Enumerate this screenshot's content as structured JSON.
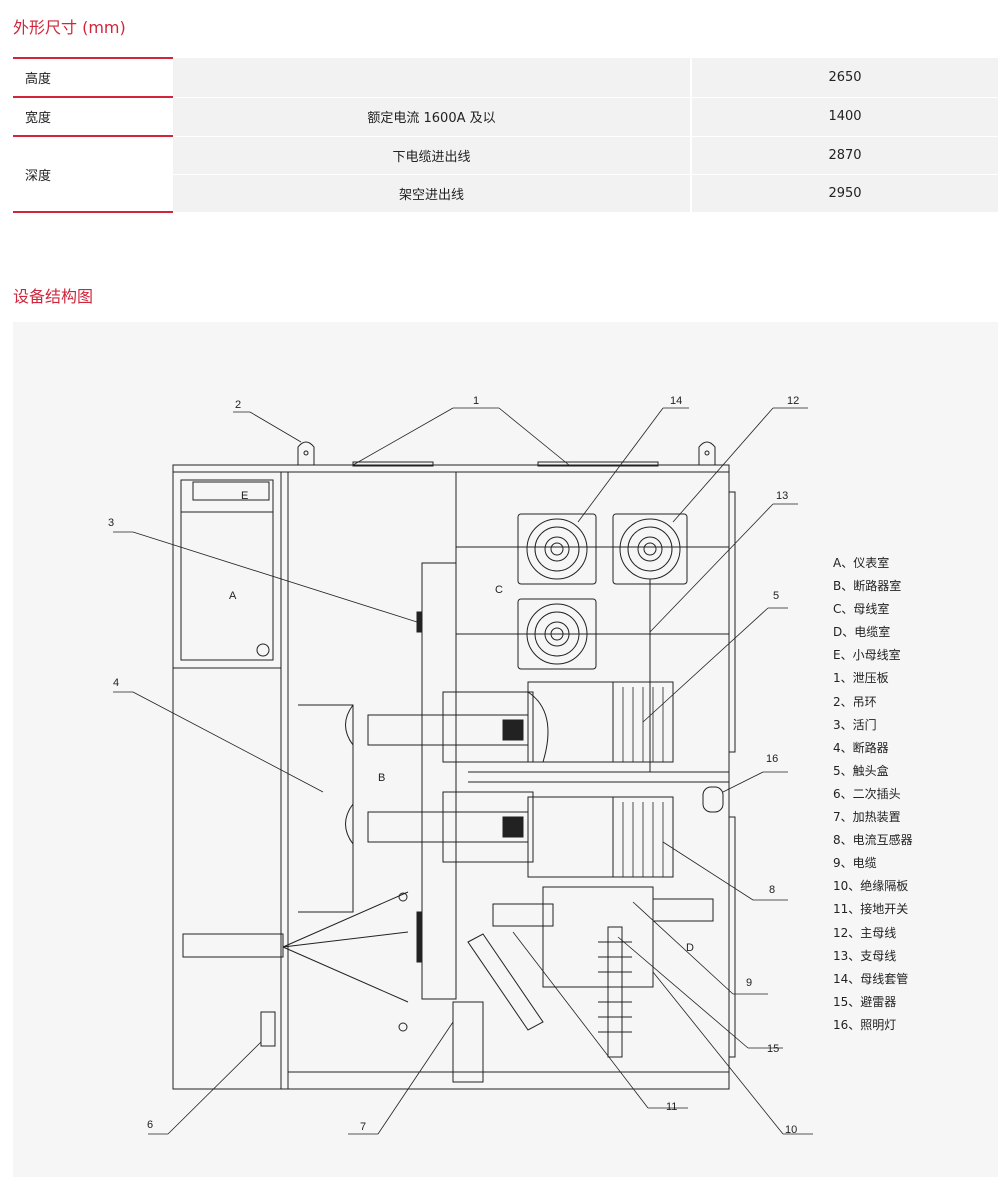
{
  "dimensions_section": {
    "title": "外形尺寸 (mm)",
    "rows": [
      {
        "label": "高度",
        "condition": "",
        "value": "2650"
      },
      {
        "label": "宽度",
        "condition": "额定电流 1600A 及以",
        "value": "1400"
      },
      {
        "label": "深度",
        "condition": "下电缆进出线",
        "value": "2870"
      },
      {
        "label": "",
        "condition": "架空进出线",
        "value": "2950"
      }
    ]
  },
  "structure_section": {
    "title": "设备结构图",
    "compartment_labels": [
      "A",
      "B",
      "C",
      "D",
      "E"
    ],
    "callout_numbers": [
      "1",
      "2",
      "3",
      "4",
      "5",
      "6",
      "7",
      "8",
      "9",
      "10",
      "11",
      "12",
      "13",
      "14",
      "15",
      "16"
    ],
    "legend": [
      "A、仪表室",
      "B、断路器室",
      "C、母线室",
      "D、电缆室",
      "E、小母线室",
      "1、泄压板",
      "2、吊环",
      "3、活门",
      "4、断路器",
      "5、触头盒",
      "6、二次插头",
      "7、加热装置",
      "8、电流互感器",
      "9、电缆",
      "10、绝缘隔板",
      "11、接地开关",
      "12、主母线",
      "13、支母线",
      "14、母线套管",
      "15、避雷器",
      "16、照明灯"
    ]
  },
  "colors": {
    "accent": "#d0263b",
    "table_bg": "#f2f2f2",
    "panel_bg": "#f6f6f6"
  }
}
